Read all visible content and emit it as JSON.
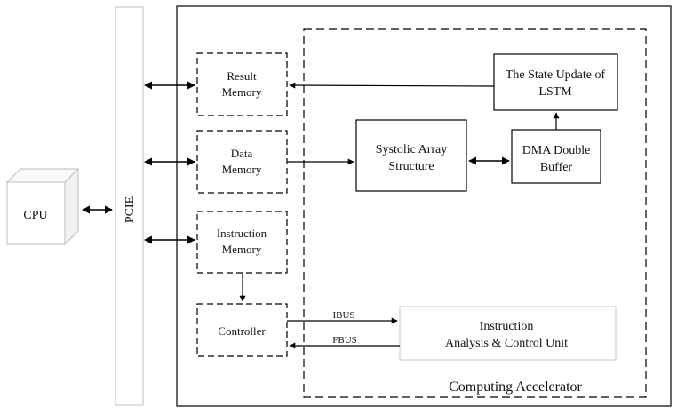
{
  "cpu": {
    "label": "CPU"
  },
  "pcie": {
    "label": "PCIE"
  },
  "memories": {
    "result": {
      "line1": "Result",
      "line2": "Memory"
    },
    "data": {
      "line1": "Data",
      "line2": "Memory"
    },
    "instruction": {
      "line1": "Instruction",
      "line2": "Memory"
    }
  },
  "controller": {
    "label": "Controller"
  },
  "accelerator": {
    "label": "Computing Accelerator",
    "lstm": {
      "line1": "The State Update of",
      "line2": "LSTM"
    },
    "systolic": {
      "line1": "Systolic Array",
      "line2": "Structure"
    },
    "dma": {
      "line1": "DMA Double",
      "line2": "Buffer"
    },
    "iacu": {
      "line1": "Instruction",
      "line2": "Analysis & Control Unit"
    }
  },
  "buses": {
    "ibus": "IBUS",
    "fbus": "FBUS"
  }
}
